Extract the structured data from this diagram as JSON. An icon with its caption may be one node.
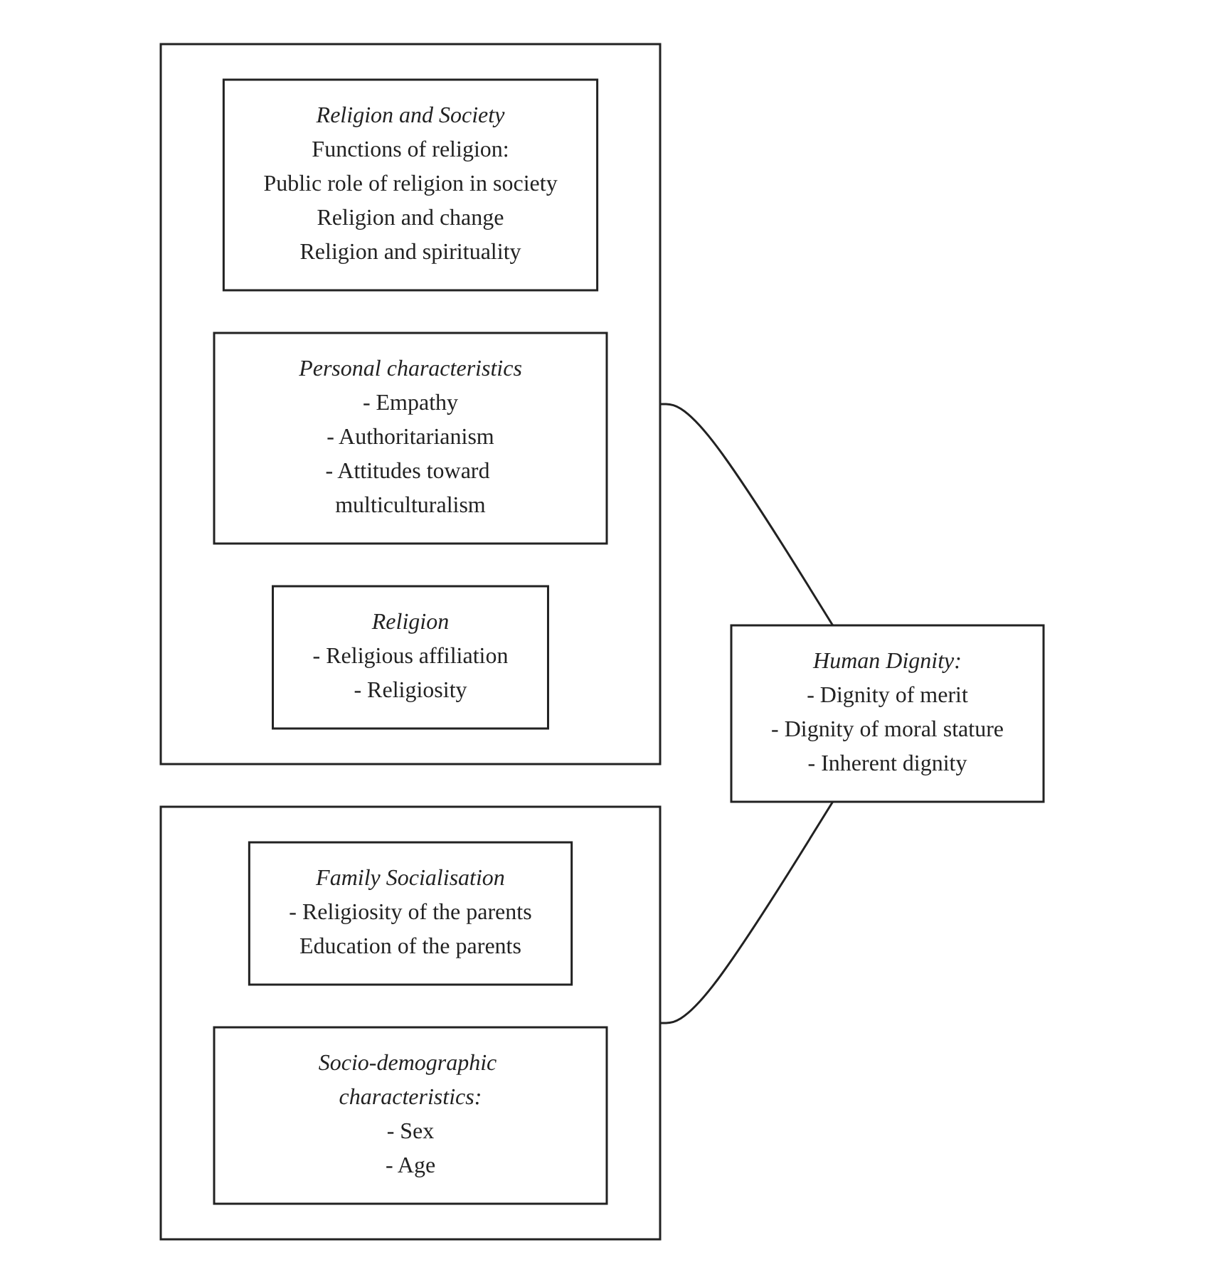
{
  "diagram": {
    "nodes": [
      {
        "text": [],
        "shape": "box"
      },
      {
        "text": [
          "Family Socialisation",
          "- Religiosity of the parents",
          "Education of the parents"
        ],
        "in": 0
      },
      {
        "text": [
          "Socio-demographic characteristics:",
          "- Sex",
          "- Age"
        ],
        "in": 0
      },
      {
        "text": [],
        "shape": "box"
      },
      {
        "text": [
          "Religion and Society",
          "Functions of religion:",
          "Public role of religion in society",
          "Religion and change",
          "Religion and spirituality"
        ],
        "in": 3
      },
      {
        "text": [
          "Personal characteristics",
          "- Empathy",
          "- Authoritarianism",
          "- Attitudes toward multiculturalism"
        ],
        "in": 3
      },
      {
        "text": [
          "Religion",
          "- Religious affiliation",
          "- Religiosity"
        ],
        "in": 3
      },
      {
        "text": [
          "Human Dignity:",
          "- Dignity of merit",
          "- Dignity of moral stature",
          "- Inherent dignity"
        ]
      }
    ],
    "edges": [
      {
        "from": 3,
        "to": 7,
        "arrow": "none"
      },
      {
        "from": 0,
        "to": 7,
        "arrow": "none"
      }
    ]
  }
}
